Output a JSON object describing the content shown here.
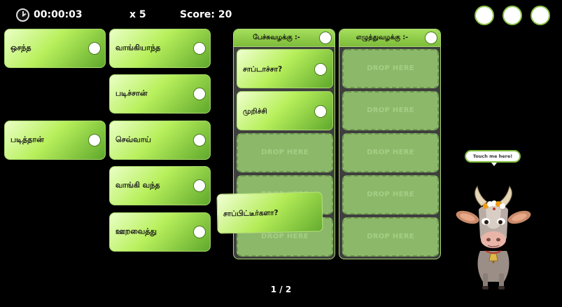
{
  "topbar": {
    "timer": "00:00:03",
    "multiplier": "x 5",
    "score": "Score: 20"
  },
  "word_cards": [
    {
      "label": "ஒசந்த"
    },
    {
      "label": "வாங்கியாந்த"
    },
    {
      "label": "படிச்சான்"
    },
    {
      "label": "படித்தான்"
    },
    {
      "label": "செவ்வாய்"
    },
    {
      "label": "வாங்கி வந்த"
    },
    {
      "label": "ஊறவைத்து"
    }
  ],
  "columns": [
    {
      "title": "பேச்சுவழக்கு :-",
      "placed": [
        "சாப்டாச்சா?",
        "முறிச்சி"
      ]
    },
    {
      "title": "எழுத்துவழக்கு :-",
      "placed": []
    }
  ],
  "drop_label": "DROP HERE",
  "dragging_card": {
    "label": "சாப்பிட்டீர்களா?"
  },
  "pager": "1 / 2",
  "mascot": {
    "bubble": "Touch me here!"
  },
  "colors": {
    "background": "#000000",
    "card_green": "#b8f05c",
    "slot_green": "#8cb86a",
    "column_bg": "#3e3e3e"
  }
}
